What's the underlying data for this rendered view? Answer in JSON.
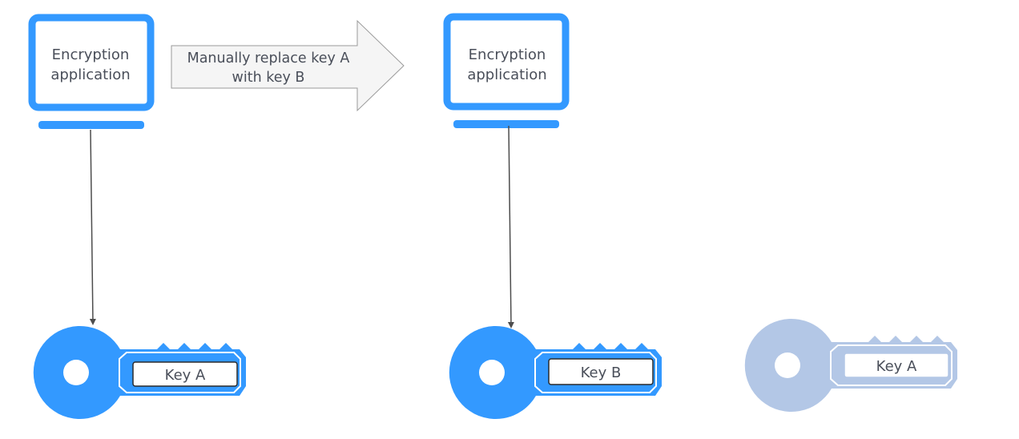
{
  "left_app": {
    "label_line1": "Encryption",
    "label_line2": "application"
  },
  "right_app": {
    "label_line1": "Encryption",
    "label_line2": "application"
  },
  "process_arrow": {
    "label_line1": "Manually replace key A",
    "label_line2": "with key B"
  },
  "keys": {
    "left": {
      "label": "Key A",
      "state": "active"
    },
    "middle": {
      "label": "Key B",
      "state": "active"
    },
    "right": {
      "label": "Key A",
      "state": "inactive"
    }
  },
  "colors": {
    "primary_blue": "#3399ff",
    "inactive_blue": "#b3c7e6",
    "text": "#4a4f5a",
    "connector": "#4d4d4d",
    "arrow_fill": "#f5f5f5",
    "arrow_stroke": "#9a9a9a"
  }
}
